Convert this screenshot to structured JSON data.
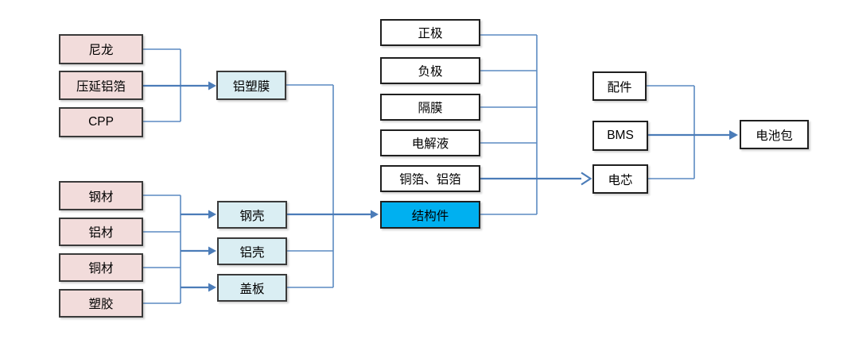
{
  "diagram": {
    "description_colors": {
      "raw_material_fill": "#F2DCDB",
      "component_fill": "#DAEEF3",
      "plain_fill": "#FFFFFF",
      "highlight_fill": "#00B0F0",
      "box_border": "#3A3A3A",
      "connector_line": "#5B8AC2",
      "arrow_line": "#4B7CB8"
    },
    "nodes": {
      "nylon": {
        "label": "尼龙"
      },
      "rolled_al_foil": {
        "label": "压延铝箔"
      },
      "cpp": {
        "label": "CPP"
      },
      "al_plastic_film": {
        "label": "铝塑膜"
      },
      "steel": {
        "label": "钢材"
      },
      "aluminum": {
        "label": "铝材"
      },
      "copper": {
        "label": "铜材"
      },
      "plastic": {
        "label": "塑胶"
      },
      "steel_shell": {
        "label": "钢壳"
      },
      "al_shell": {
        "label": "铝壳"
      },
      "cover_plate": {
        "label": "盖板"
      },
      "cathode": {
        "label": "正极"
      },
      "anode": {
        "label": "负极"
      },
      "separator": {
        "label": "隔膜"
      },
      "electrolyte": {
        "label": "电解液"
      },
      "foils": {
        "label": "铜箔、铝箔"
      },
      "structural_parts": {
        "label": "结构件"
      },
      "accessories": {
        "label": "配件"
      },
      "bms": {
        "label": "BMS"
      },
      "cell": {
        "label": "电芯"
      },
      "battery_pack": {
        "label": "电池包"
      }
    }
  }
}
